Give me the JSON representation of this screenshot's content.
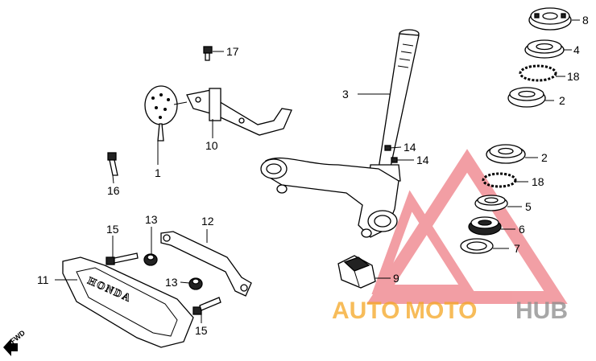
{
  "callouts": {
    "p1": "1",
    "p2a": "2",
    "p2b": "2",
    "p3": "3",
    "p4": "4",
    "p5": "5",
    "p6": "6",
    "p7": "7",
    "p8": "8",
    "p9": "9",
    "p10": "10",
    "p11": "11",
    "p12": "12",
    "p13a": "13",
    "p13b": "13",
    "p14a": "14",
    "p14b": "14",
    "p15a": "15",
    "p15b": "15",
    "p16": "16",
    "p17": "17",
    "p18a": "18",
    "p18b": "18"
  },
  "emblem_text": "HONDA",
  "direction_marker": "FWD",
  "watermark": {
    "part1": "AUTO",
    "part2": "MOTO",
    "part3": "HUB",
    "color_orange": "#f5a623",
    "color_gray": "#8a8a8a",
    "color_red": "#e8505b"
  }
}
